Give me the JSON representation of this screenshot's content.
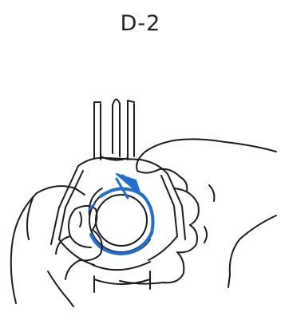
{
  "step": {
    "label": "D-2"
  },
  "colors": {
    "line": "#1c1c1c",
    "accent": "#1f6fd0",
    "background": "#ffffff"
  },
  "illustration": {
    "icon": "hands-rotating-ring-illustration",
    "direction": "counterclockwise"
  }
}
